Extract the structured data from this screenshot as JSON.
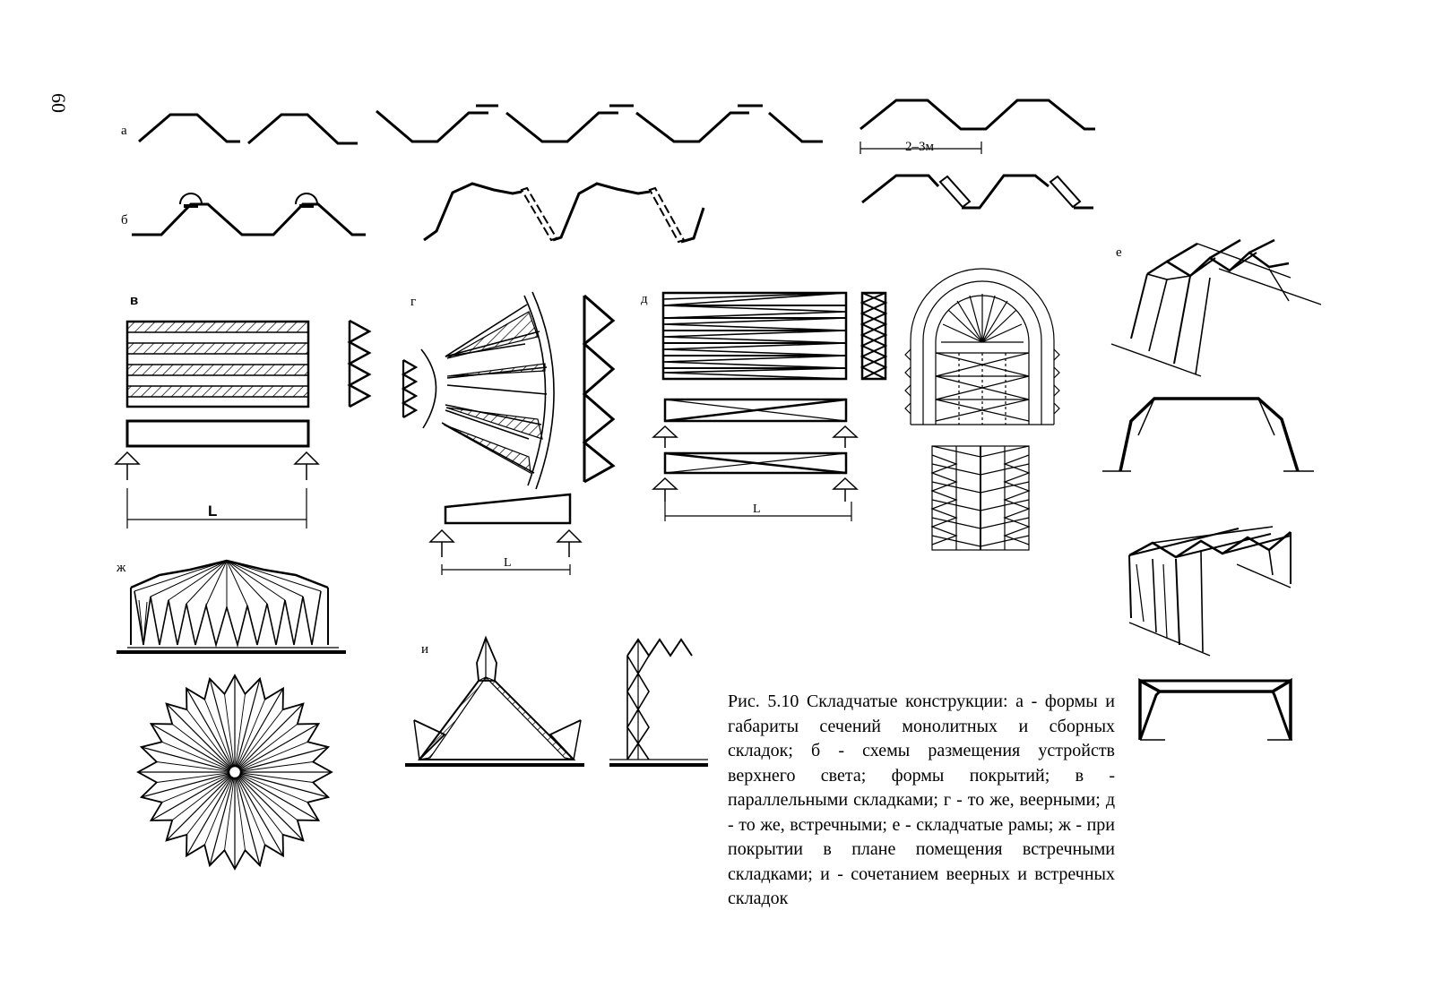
{
  "page_number": "60",
  "labels": {
    "a": "а",
    "b": "б",
    "v": "в",
    "g": "г",
    "d": "д",
    "e": "е",
    "zh": "ж",
    "i": "и"
  },
  "dimensions": {
    "span_a": "2–3м",
    "span_v": "L",
    "span_g": "L",
    "span_d": "L"
  },
  "caption": "Рис. 5.10 Складчатые конструкции: а - формы и габариты сечений монолитных и сборных складок; б - схемы размещения устройств верхнего света; формы покрытий; в - параллельными складками; г - то же, веерными; д - то же, встречными; е - складчатые рамы; ж - при покрытии в плане помещения встречными складками; и - сочетанием веерных и встречных складок"
}
